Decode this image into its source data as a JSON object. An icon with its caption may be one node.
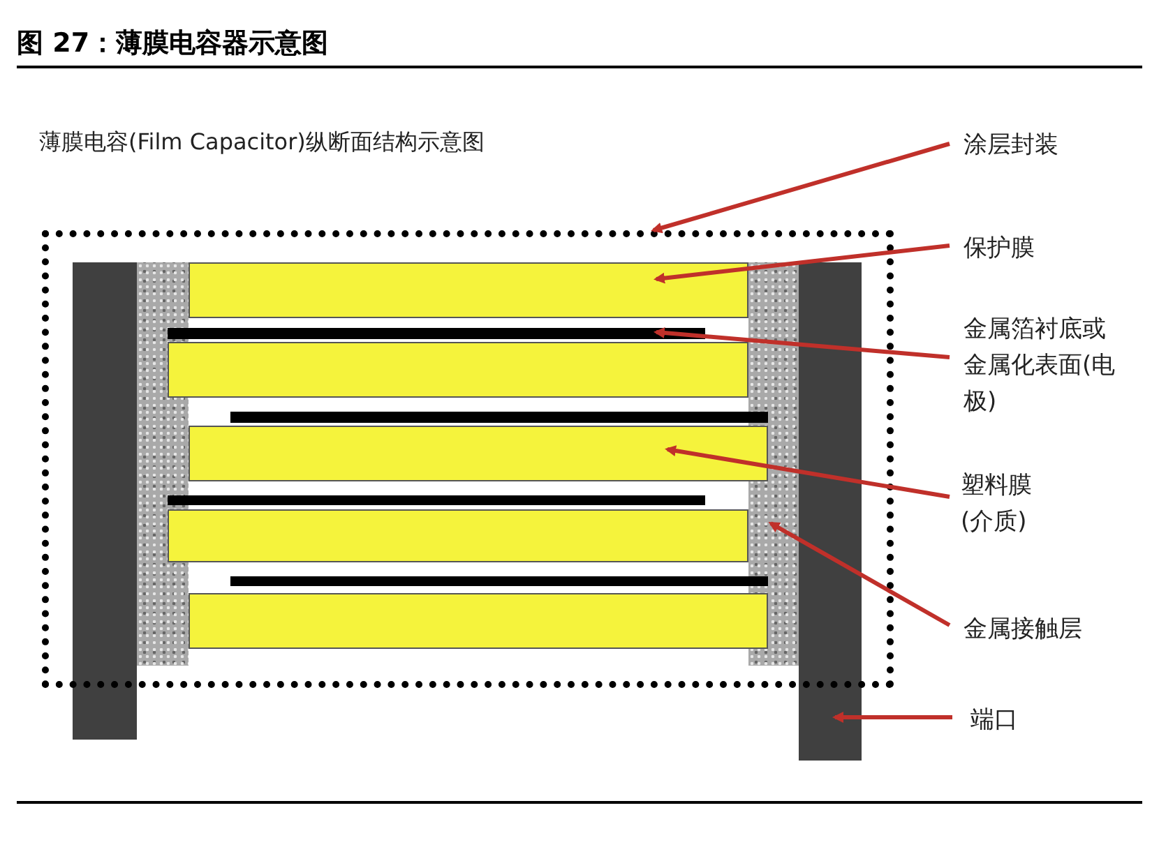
{
  "diagram": {
    "title": "图 27：薄膜电容器示意图",
    "nodes": [
      {
        "text": [],
        "shape": "box"
      },
      {
        "text": [],
        "shape": "bar"
      },
      {
        "text": [],
        "shape": "bar",
        "in": 0
      },
      {
        "text": [],
        "shape": "bar",
        "in": 0
      },
      {
        "text": [],
        "shape": "bar",
        "in": 0
      },
      {
        "text": [],
        "shape": "bar",
        "in": 0
      },
      {
        "text": [],
        "shape": "bar",
        "in": 0
      },
      {
        "text": [],
        "shape": "bar",
        "in": 0
      },
      {
        "text": [],
        "shape": "bar",
        "in": 0
      },
      {
        "text": [],
        "shape": "bar",
        "in": 0
      },
      {
        "text": [],
        "shape": "bar",
        "in": 0
      },
      {
        "text": [],
        "shape": "bar",
        "in": 0
      },
      {
        "text": [],
        "shape": "bar",
        "in": 0
      },
      {
        "text": [],
        "shape": "bar"
      },
      {
        "text": [
          "涂层封装"
        ]
      },
      {
        "text": [
          "保护膜"
        ]
      },
      {
        "text": [
          "金属箔衬底或金属化表面(电极)"
        ]
      },
      {
        "text": [
          "塑料膜(介质)"
        ]
      },
      {
        "text": [
          "金属接触层"
        ]
      },
      {
        "text": [
          "端口"
        ]
      }
    ],
    "edges": [
      {
        "from": 14,
        "to": 0,
        "arrow": "to"
      },
      {
        "from": 15,
        "to": 4,
        "arrow": "to"
      },
      {
        "from": 16,
        "to": 5,
        "arrow": "to"
      },
      {
        "from": 17,
        "to": 8,
        "arrow": "to"
      },
      {
        "from": 18,
        "to": 3,
        "arrow": "to"
      },
      {
        "from": 19,
        "to": 13,
        "arrow": "to"
      }
    ],
    "labels": [
      "薄膜电容(Film Capacitor)纵断面结构示意图"
    ]
  }
}
